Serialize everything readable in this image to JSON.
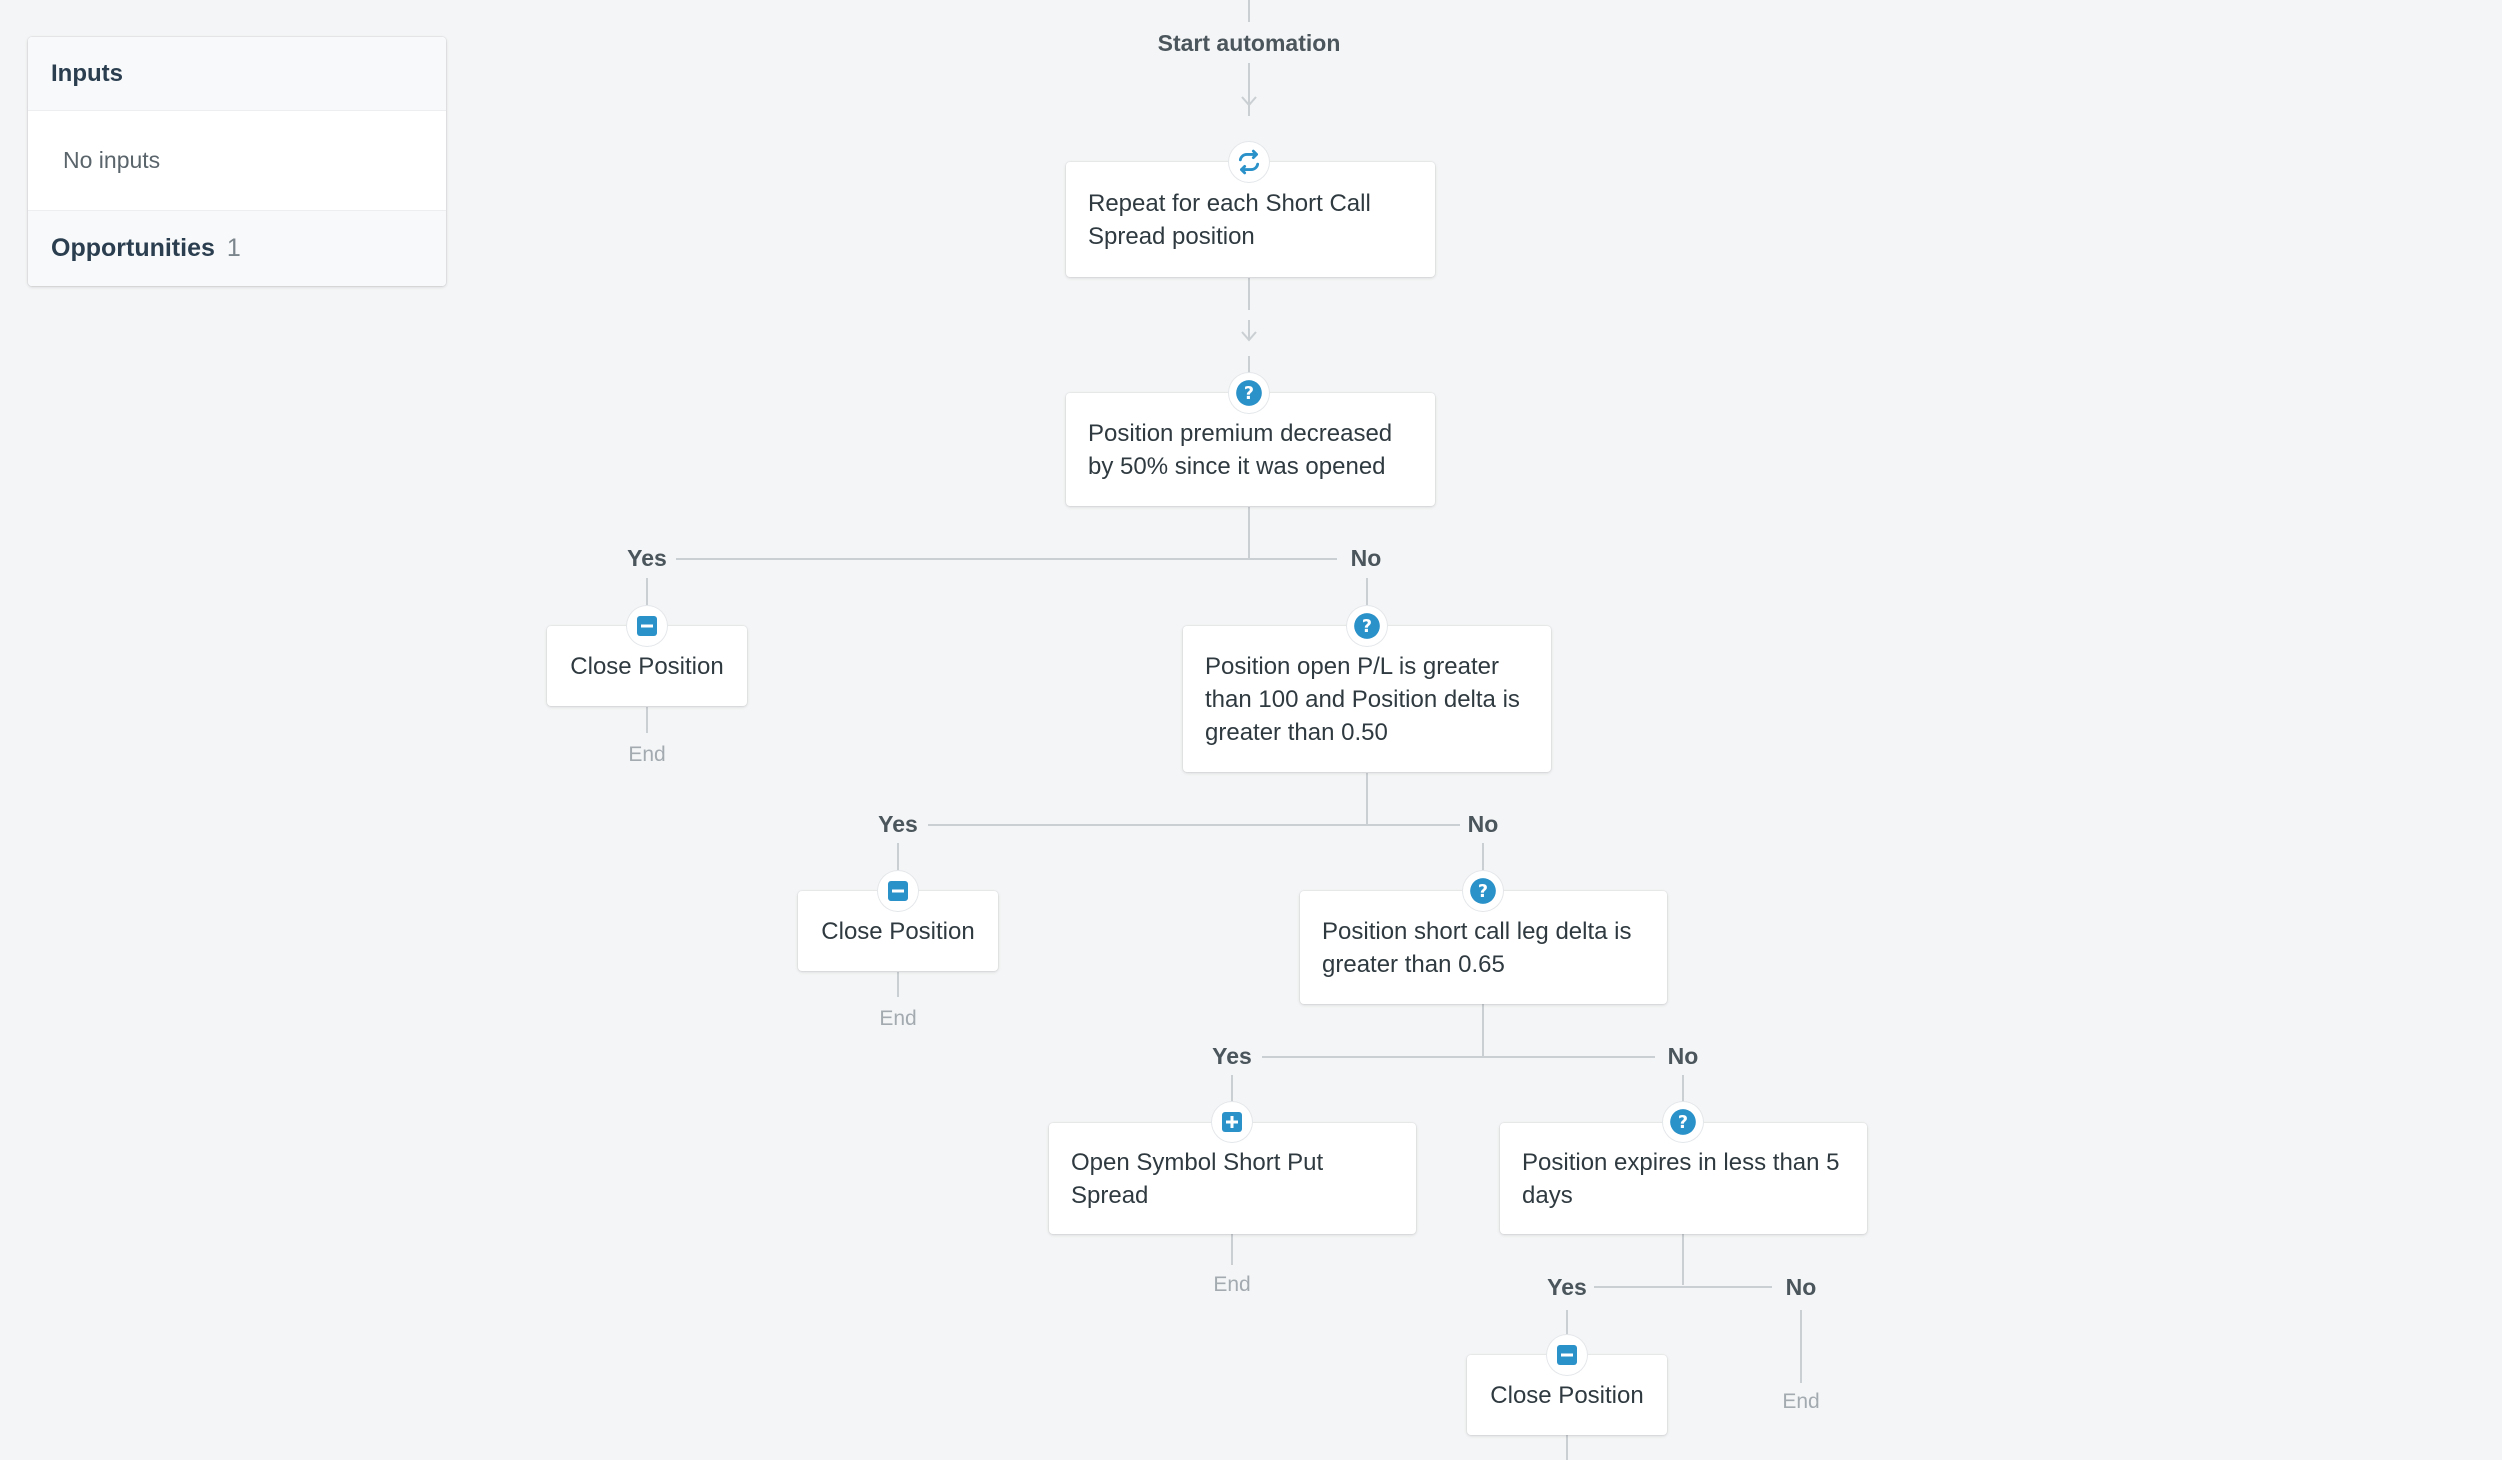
{
  "panel": {
    "title": "Inputs",
    "empty_text": "No inputs",
    "opportunities_label": "Opportunities",
    "opportunities_count": "1"
  },
  "flow": {
    "start_label": "Start automation",
    "steps": {
      "repeat": "Repeat for each Short Call Spread position",
      "cond1": "Position premium decreased by 50% since it was opened",
      "close1": "Close Position",
      "cond2": "Position open P/L is greater than 100 and Position delta is greater than 0.50",
      "close2": "Close Position",
      "cond3": "Position short call leg delta is greater than 0.65",
      "open_put": "Open Symbol Short Put Spread",
      "cond4": "Position expires in less than 5 days",
      "close3": "Close Position"
    },
    "yes_label": "Yes",
    "no_label": "No",
    "end_label": "End"
  },
  "colors": {
    "accent": "#2a91c9",
    "connector": "#c9cfd3",
    "background": "#f4f5f6"
  }
}
